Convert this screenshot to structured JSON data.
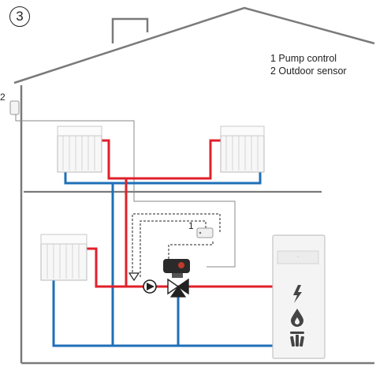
{
  "figure": {
    "number": "3",
    "legend": [
      "1 Pump control",
      "2 Outdoor sensor"
    ],
    "callouts": {
      "pump_control": "1",
      "outdoor_sensor": "2"
    },
    "boiler_icons": [
      "lightning-icon",
      "flame-drop-icon",
      "wood-logs-icon"
    ],
    "colors": {
      "supply_pipe": "#e0202a",
      "return_pipe": "#1e6fb8",
      "control_wire": "#222222",
      "house_outline": "#7a7a7a"
    }
  }
}
